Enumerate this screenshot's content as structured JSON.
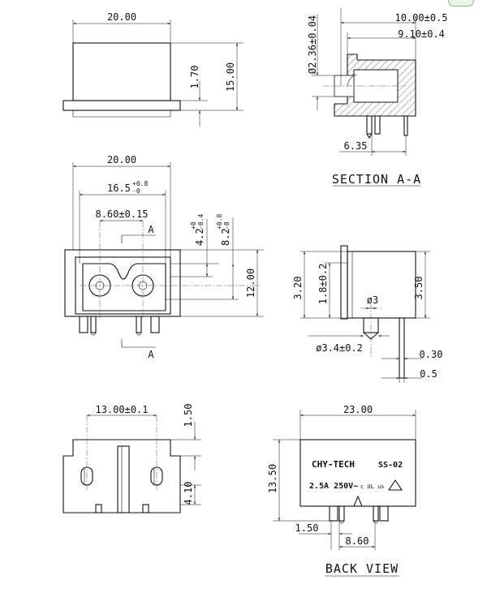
{
  "dims": {
    "top_width": "20.00",
    "top_flange": "1.70",
    "top_height": "15.00",
    "sec_len": "10.00±0.5",
    "sec_depth": "9.10±0.4",
    "sec_dia": "Ø2.36±0.04",
    "sec_pin": "6.35",
    "front_width": "20.00",
    "front_slot": "16.5",
    "front_slot_tol_up": "+0.8",
    "front_slot_tol_dn": "-0",
    "front_pitch": "8.60±0.15",
    "front_a": "4.2",
    "front_a_tol_up": "+0",
    "front_a_tol_dn": "-0.4",
    "front_b": "8.2",
    "front_b_tol_up": "+0.8",
    "front_b_tol_dn": "-0",
    "front_height": "12.00",
    "side_320": "3.20",
    "side_18": "1.8±0.2",
    "side_phi3": "ø3",
    "side_350": "3.50",
    "side_phi34": "ø3.4±0.2",
    "side_030": "0.30",
    "side_05": "0.5",
    "bottom_pitch": "13.00±0.1",
    "bottom_150": "1.50",
    "bottom_410": "4.10",
    "back_width": "23.00",
    "back_height": "13.50",
    "back_150": "1.50",
    "back_pitch": "8.60"
  },
  "labels": {
    "section_mark_top": "A",
    "section_mark_bottom": "A",
    "section_title": "SECTION A-A",
    "back_title": "BACK VIEW",
    "brand": "CHY-TECH",
    "model": "SS-02",
    "rating": "2.5A 250V~",
    "cert": "c UL us"
  }
}
